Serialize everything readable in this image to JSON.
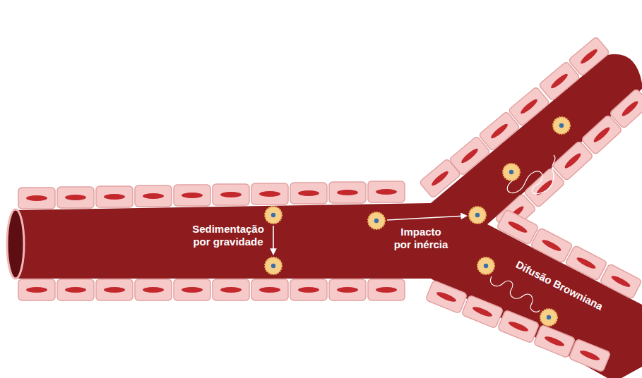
{
  "diagram": {
    "labels": [
      "Sedimentação por gravidade",
      "Impacto por inércia",
      "Difusão Browniana"
    ]
  }
}
